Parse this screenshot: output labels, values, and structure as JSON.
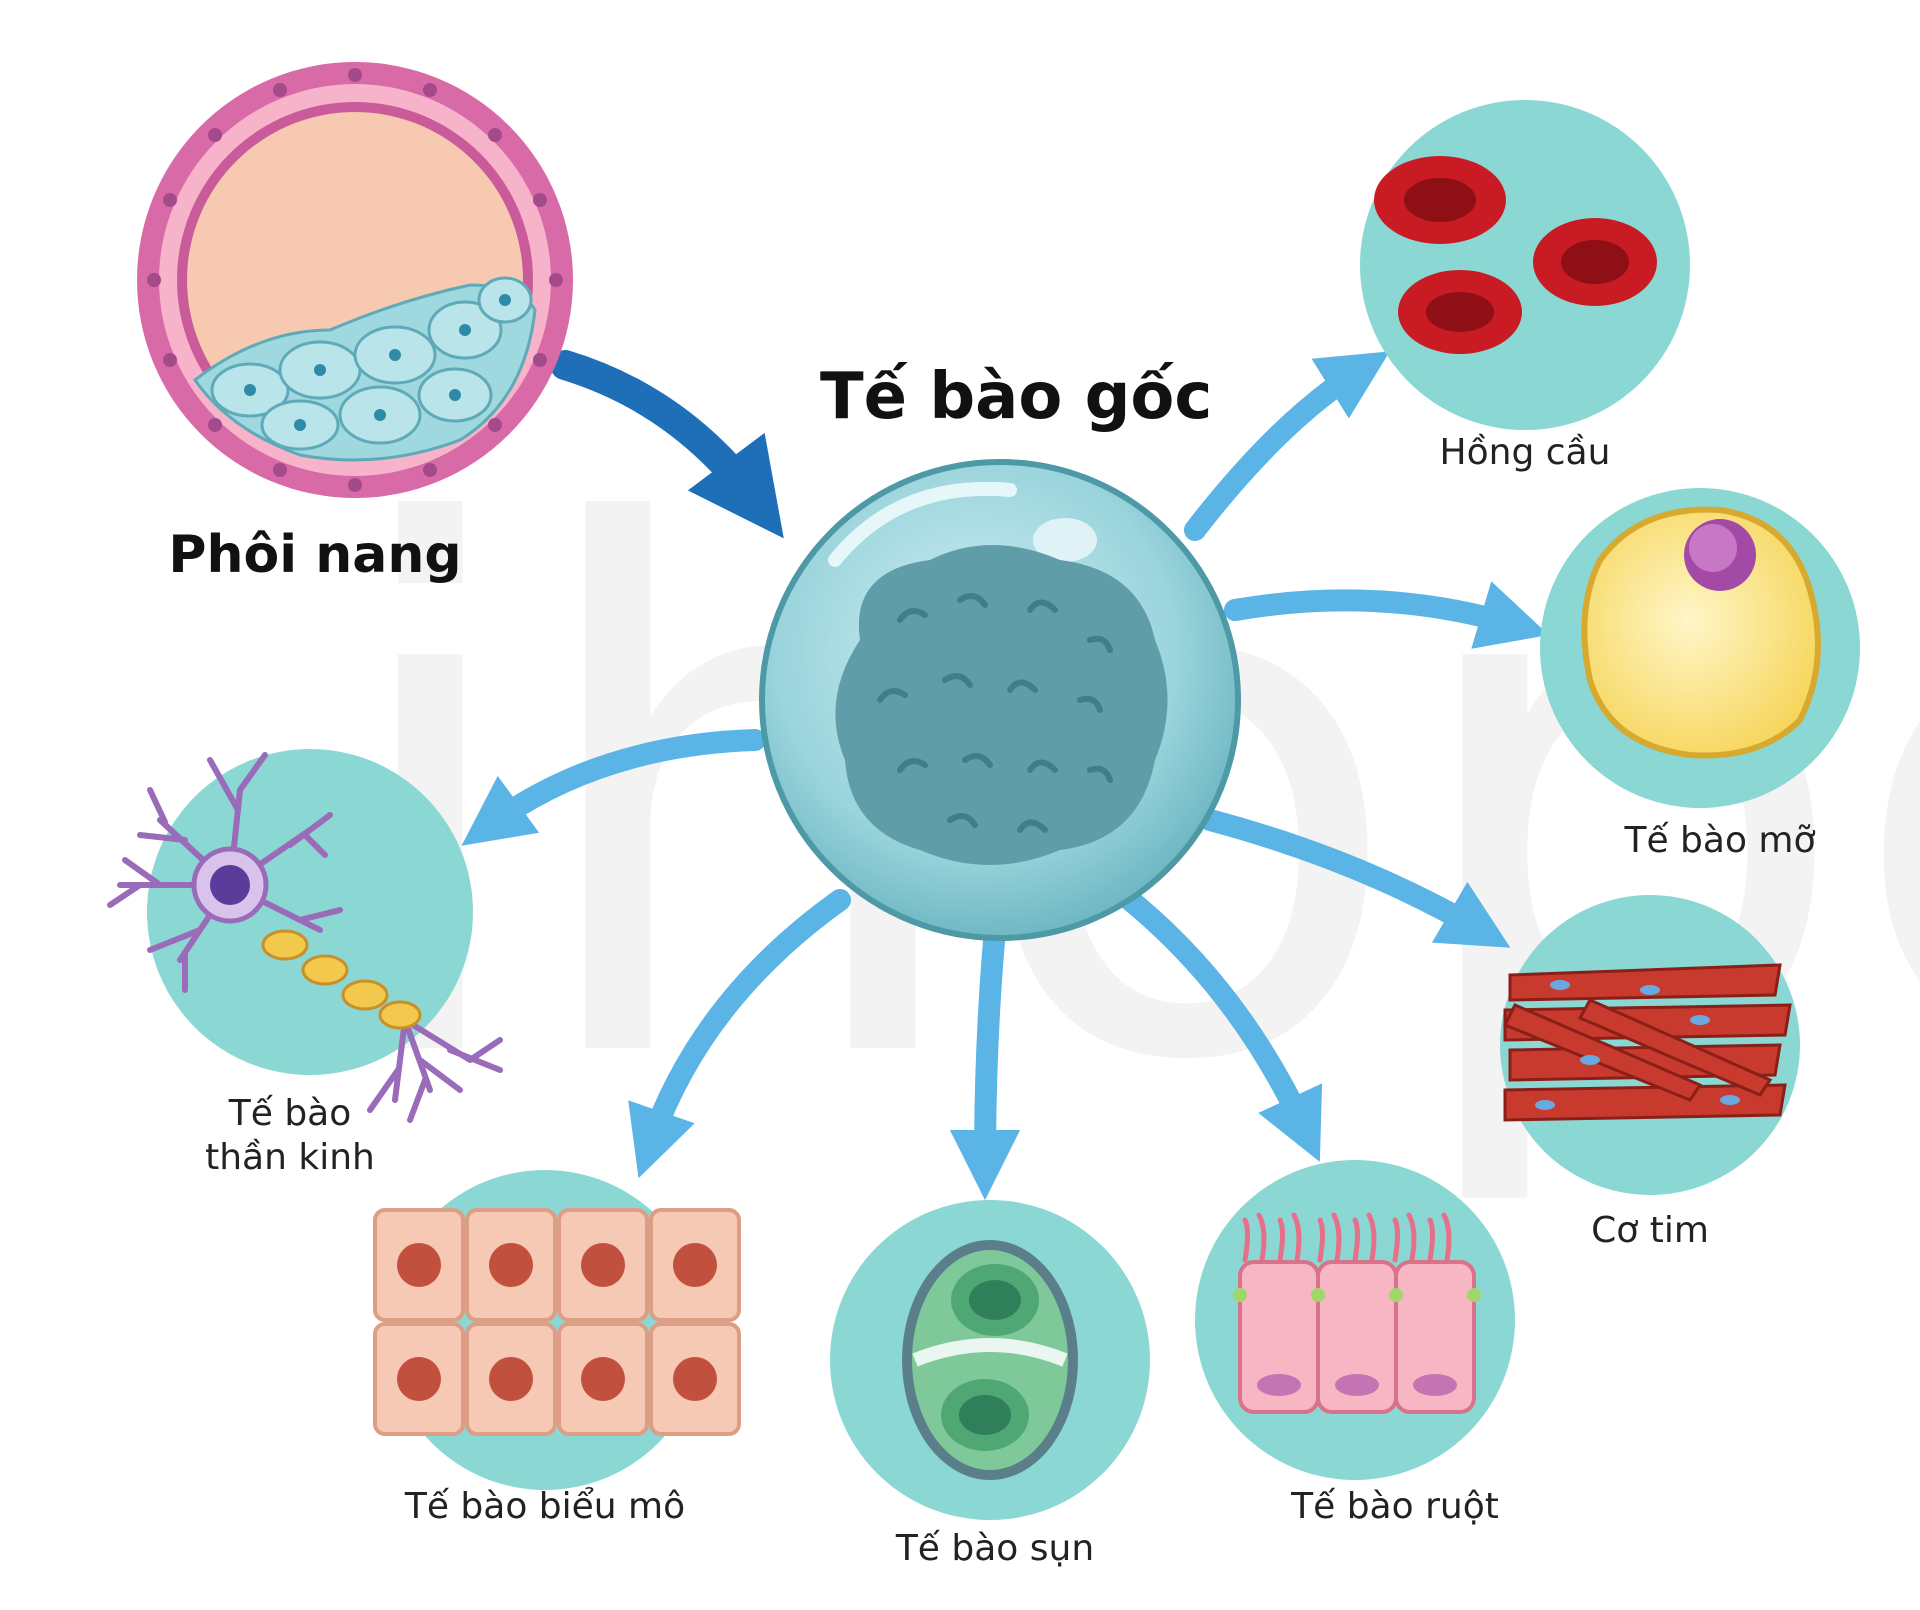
{
  "title": "Tế bào gốc",
  "source": {
    "label": "Phôi nang"
  },
  "watermark": "ihope",
  "products": [
    {
      "id": "red-blood-cell",
      "label": "Hồng cầu"
    },
    {
      "id": "fat-cell",
      "label": "Tế bào mỡ"
    },
    {
      "id": "cardiac-muscle",
      "label": "Cơ tim"
    },
    {
      "id": "nerve-cell",
      "label": "Tế bào thần kinh",
      "lines": [
        "Tế bào",
        "thần kinh"
      ]
    },
    {
      "id": "epithelial-cell",
      "label": "Tế bào biểu mô"
    },
    {
      "id": "cartilage-cell",
      "label": "Tế bào sụn"
    },
    {
      "id": "intestinal-cell",
      "label": "Tế bào ruột"
    }
  ],
  "colors": {
    "circle_bg": "#8ad7d3",
    "arrow_light": "#5ab4e5",
    "arrow_dark": "#1f6fb8",
    "stem_cell": "#9ad4dc",
    "nucleus": "#5f9ea8",
    "red_cell": "#c81b23",
    "fat_cell": "#fbe07a",
    "muscle": "#c93a2e",
    "epithelial": "#f6c9b4",
    "cartilage": "#6fbf8b",
    "intestine": "#f7b6c3"
  }
}
